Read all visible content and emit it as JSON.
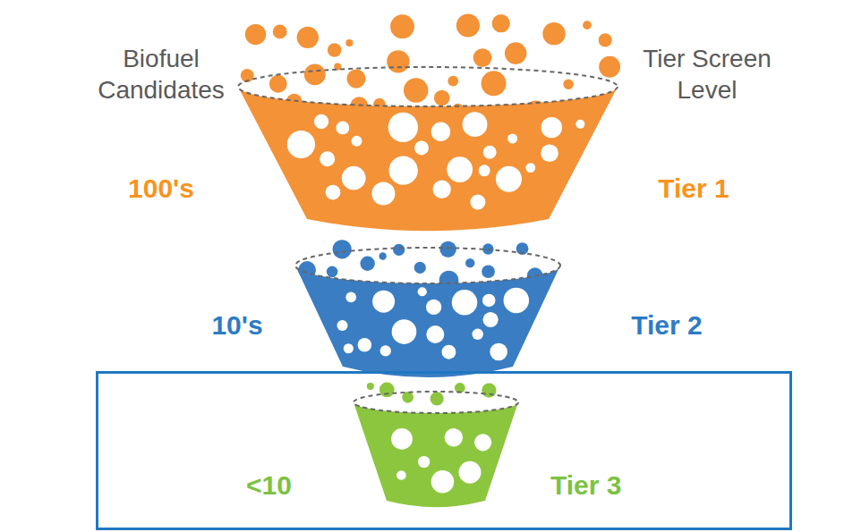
{
  "diagram": {
    "nodes": [
      {
        "text": [
          "<10",
          "Tier 3"
        ]
      }
    ],
    "labels": [
      "Biofuel Candidates",
      "Tier Screen Level",
      "100's",
      "Tier 1",
      "10's",
      "Tier 2"
    ]
  }
}
